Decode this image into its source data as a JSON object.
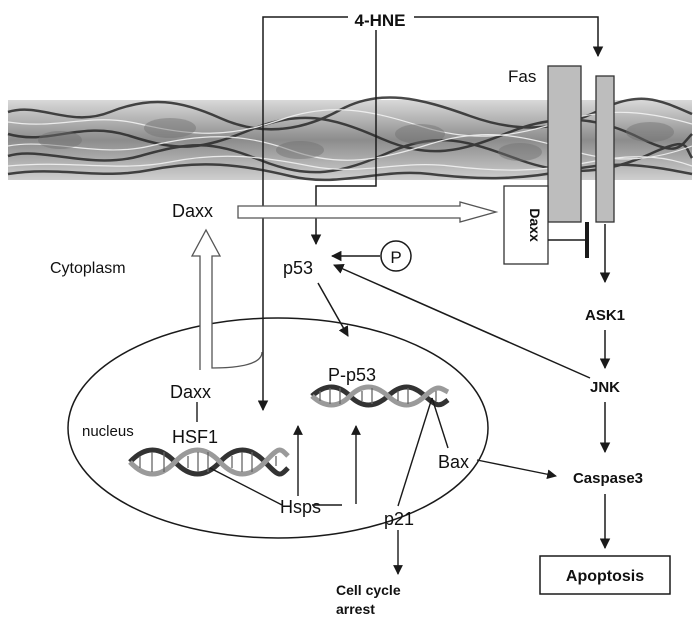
{
  "labels": {
    "hne": "4-HNE",
    "fas": "Fas",
    "daxx_cyto": "Daxx",
    "daxx_box": "Daxx",
    "cytoplasm": "Cytoplasm",
    "p_circle": "P",
    "p53": "p53",
    "p_p53": "P-p53",
    "daxx_nuc": "Daxx",
    "nucleus": "nucleus",
    "hsf1": "HSF1",
    "hsps": "Hsps",
    "p21": "p21",
    "bax": "Bax",
    "ask1": "ASK1",
    "jnk": "JNK",
    "caspase3": "Caspase3",
    "apoptosis": "Apoptosis",
    "cell_cycle_1": "Cell cycle",
    "cell_cycle_2": "arrest"
  },
  "colors": {
    "receptor_fill": "#bdbdbd",
    "membrane_fill": "#9a9a9a",
    "line": "#1a1a1a"
  }
}
